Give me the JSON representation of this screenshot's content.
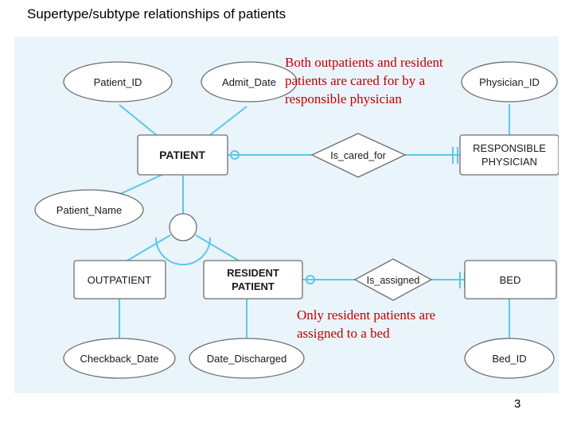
{
  "title": "Supertype/subtype relationships of patients",
  "page_number": "3",
  "notes": [
    {
      "id": "note-physician",
      "text": "Both outpatients and resident patients are cared for by a responsible physician"
    },
    {
      "id": "note-bed",
      "text": "Only resident patients are assigned to a bed"
    }
  ],
  "colors": {
    "canvas_background": "#eaf4fb",
    "connector": "#5bc8e8",
    "shape_stroke": "#6e6e6e",
    "shape_fill": "#ffffff",
    "note_text": "#c00000",
    "label_text": "#1a1a1a"
  },
  "diagram": {
    "type": "entity-relationship",
    "entities": [
      {
        "id": "patient",
        "label": "PATIENT",
        "kind": "supertype"
      },
      {
        "id": "outpatient",
        "label": "OUTPATIENT",
        "kind": "subtype"
      },
      {
        "id": "resident-patient",
        "label": "RESIDENT\nPATIENT",
        "line1": "RESIDENT",
        "line2": "PATIENT",
        "kind": "subtype"
      },
      {
        "id": "responsible-physician",
        "label": "RESPONSIBLE\nPHYSICIAN",
        "line1": "RESPONSIBLE",
        "line2": "PHYSICIAN",
        "kind": "entity"
      },
      {
        "id": "bed",
        "label": "BED",
        "kind": "entity"
      }
    ],
    "relationships": [
      {
        "id": "is-cared-for",
        "label": "Is_cared_for",
        "between": [
          "patient",
          "responsible-physician"
        ]
      },
      {
        "id": "is-assigned",
        "label": "Is_assigned",
        "between": [
          "resident-patient",
          "bed"
        ]
      }
    ],
    "attributes": [
      {
        "id": "patient-id",
        "label": "Patient_ID",
        "owner": "patient"
      },
      {
        "id": "admit-date",
        "label": "Admit_Date",
        "owner": "patient"
      },
      {
        "id": "patient-name",
        "label": "Patient_Name",
        "owner": "patient"
      },
      {
        "id": "physician-id",
        "label": "Physician_ID",
        "owner": "responsible-physician"
      },
      {
        "id": "checkback-date",
        "label": "Checkback_Date",
        "owner": "outpatient"
      },
      {
        "id": "date-discharged",
        "label": "Date_Discharged",
        "owner": "resident-patient"
      },
      {
        "id": "bed-id",
        "label": "Bed_ID",
        "owner": "bed"
      }
    ],
    "subtype_symbol": {
      "id": "subtype-circle",
      "notation": "circle-with-arc"
    }
  }
}
